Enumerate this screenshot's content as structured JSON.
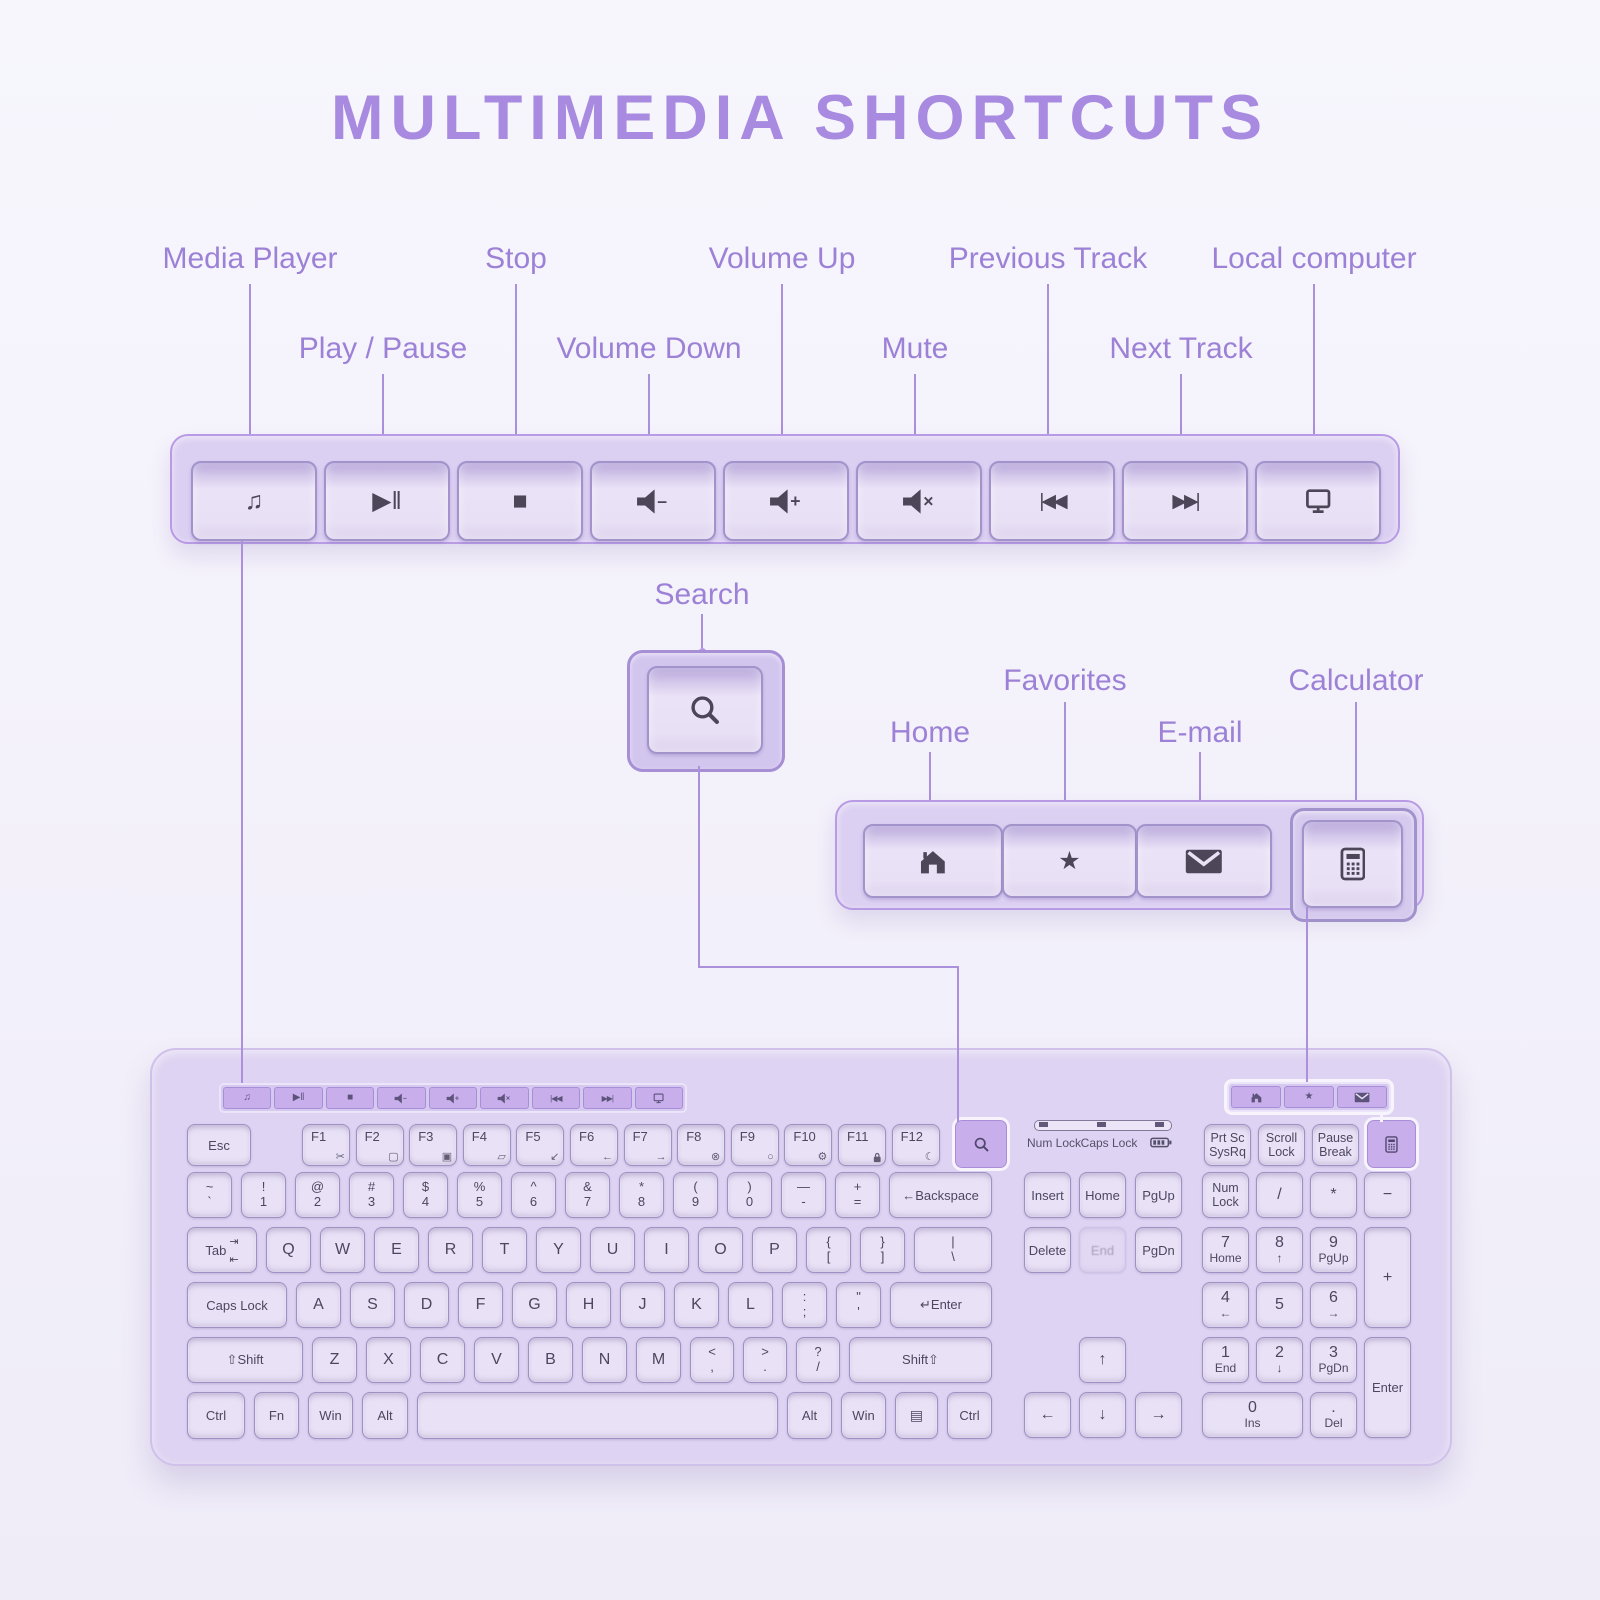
{
  "title": "MULTIMEDIA SHORTCUTS",
  "colors": {
    "accent_title": "#a88ae1",
    "callout_line": "#ab90dc",
    "callout_label": "#9c81d6",
    "panel_fill": "#dbcff2",
    "panel_border": "#b89be4",
    "key_face": "#e9e2f6",
    "keyboard_body": "#ded3f2",
    "mini_key": "#c8afec",
    "highlight_outline": "#f8f4fd",
    "key_print": "#4d4660"
  },
  "callouts": {
    "media_row": [
      {
        "label": "Media Player",
        "key_icon": "music-note"
      },
      {
        "label": "Play / Pause",
        "key_icon": "play-pause"
      },
      {
        "label": "Stop",
        "key_icon": "stop"
      },
      {
        "label": "Volume Down",
        "key_icon": "volume-down"
      },
      {
        "label": "Volume Up",
        "key_icon": "volume-up"
      },
      {
        "label": "Mute",
        "key_icon": "mute"
      },
      {
        "label": "Previous Track",
        "key_icon": "previous-track"
      },
      {
        "label": "Next Track",
        "key_icon": "next-track"
      },
      {
        "label": "Local computer",
        "key_icon": "local-computer"
      }
    ],
    "search": {
      "label": "Search",
      "key_icon": "search"
    },
    "web_row": [
      {
        "label": "Home",
        "key_icon": "home"
      },
      {
        "label": "Favorites",
        "key_icon": "favorites-star"
      },
      {
        "label": "E-mail",
        "key_icon": "email-envelope"
      },
      {
        "label": "Calculator",
        "key_icon": "calculator"
      }
    ]
  },
  "keyboard": {
    "esc": "Esc",
    "fkeys": [
      {
        "label": "F1",
        "icon": "scissors"
      },
      {
        "label": "F2",
        "icon": "document"
      },
      {
        "label": "F3",
        "icon": "copy"
      },
      {
        "label": "F4",
        "icon": "folder"
      },
      {
        "label": "F5",
        "icon": "arrow-down-left"
      },
      {
        "label": "F6",
        "icon": "arrow-left"
      },
      {
        "label": "F7",
        "icon": "arrow-right"
      },
      {
        "label": "F8",
        "icon": "circle-cross"
      },
      {
        "label": "F9",
        "icon": "circle"
      },
      {
        "label": "F10",
        "icon": "gear"
      },
      {
        "label": "F11",
        "icon": "lock"
      },
      {
        "label": "F12",
        "icon": "moon"
      }
    ],
    "indicators": {
      "num_lock": "Num Lock",
      "caps_lock": "Caps Lock",
      "battery_icon": "battery"
    },
    "system_keys": [
      [
        "Prt Sc",
        "SysRq"
      ],
      [
        "Scroll",
        "Lock"
      ],
      [
        "Pause",
        "Break"
      ]
    ],
    "number_row": [
      {
        "t": "~",
        "b": "`",
        "w": 45
      },
      {
        "t": "!",
        "b": "1",
        "w": 45
      },
      {
        "t": "@",
        "b": "2",
        "w": 45
      },
      {
        "t": "#",
        "b": "3",
        "w": 45
      },
      {
        "t": "$",
        "b": "4",
        "w": 45
      },
      {
        "t": "%",
        "b": "5",
        "w": 45
      },
      {
        "t": "^",
        "b": "6",
        "w": 45
      },
      {
        "t": "&",
        "b": "7",
        "w": 45
      },
      {
        "t": "*",
        "b": "8",
        "w": 45
      },
      {
        "t": "(",
        "b": "9",
        "w": 45
      },
      {
        "t": ")",
        "b": "0",
        "w": 45
      },
      {
        "t": "—",
        "b": "-",
        "w": 45
      },
      {
        "t": "+",
        "b": "=",
        "w": 45
      },
      {
        "label": "Backspace",
        "pre": "←",
        "flex": 1
      }
    ],
    "tab_row": [
      {
        "label": "Tab",
        "icon": "tab-arrows",
        "w": 70
      },
      {
        "c": "Q",
        "w": 45
      },
      {
        "c": "W",
        "w": 45
      },
      {
        "c": "E",
        "w": 45
      },
      {
        "c": "R",
        "w": 45
      },
      {
        "c": "T",
        "w": 45
      },
      {
        "c": "Y",
        "w": 45
      },
      {
        "c": "U",
        "w": 45
      },
      {
        "c": "I",
        "w": 45
      },
      {
        "c": "O",
        "w": 45
      },
      {
        "c": "P",
        "w": 45
      },
      {
        "t": "{",
        "b": "[",
        "w": 45
      },
      {
        "t": "}",
        "b": "]",
        "w": 45
      },
      {
        "t": "|",
        "b": "\\",
        "flex": 1
      }
    ],
    "caps_row": [
      {
        "label": "Caps Lock",
        "w": 100
      },
      {
        "c": "A",
        "w": 45
      },
      {
        "c": "S",
        "w": 45
      },
      {
        "c": "D",
        "w": 45
      },
      {
        "c": "F",
        "w": 45
      },
      {
        "c": "G",
        "w": 45
      },
      {
        "c": "H",
        "w": 45
      },
      {
        "c": "J",
        "w": 45
      },
      {
        "c": "K",
        "w": 45
      },
      {
        "c": "L",
        "w": 45
      },
      {
        "t": ":",
        "b": ";",
        "w": 45
      },
      {
        "t": "\"",
        "b": "'",
        "w": 45
      },
      {
        "label": "Enter",
        "pre": "↵",
        "flex": 1
      }
    ],
    "shift_row": [
      {
        "label": "Shift",
        "pre": "⇧",
        "w": 116
      },
      {
        "c": "Z",
        "w": 45
      },
      {
        "c": "X",
        "w": 45
      },
      {
        "c": "C",
        "w": 45
      },
      {
        "c": "V",
        "w": 45
      },
      {
        "c": "B",
        "w": 45
      },
      {
        "c": "N",
        "w": 45
      },
      {
        "c": "M",
        "w": 45
      },
      {
        "t": "<",
        "b": ",",
        "w": 44
      },
      {
        "t": ">",
        "b": ".",
        "w": 44
      },
      {
        "t": "?",
        "b": "/",
        "w": 44
      },
      {
        "label": "Shift",
        "post": "⇧",
        "flex": 1
      }
    ],
    "bottom_row": [
      {
        "label": "Ctrl",
        "w": 58
      },
      {
        "label": "Fn",
        "w": 45
      },
      {
        "label": "Win",
        "w": 45
      },
      {
        "label": "Alt",
        "w": 46
      },
      {
        "space": true,
        "flex": 1
      },
      {
        "label": "Alt",
        "w": 45
      },
      {
        "label": "Win",
        "w": 45
      },
      {
        "icon": "menu",
        "w": 43
      },
      {
        "label": "Ctrl",
        "w": 45
      }
    ],
    "nav_rows": [
      [
        {
          "label": "Insert"
        },
        {
          "label": "Home"
        },
        {
          "label": "PgUp"
        }
      ],
      [
        {
          "label": "Delete"
        },
        {
          "label": "End",
          "faded": true
        },
        {
          "label": "PgDn"
        }
      ]
    ],
    "arrow_keys": {
      "up": "↑",
      "left": "←",
      "down": "↓",
      "right": "→"
    },
    "numpad": {
      "num_lock": [
        "Num",
        "Lock"
      ],
      "divide": "/",
      "multiply": "*",
      "minus": "−",
      "plus": "+",
      "enter": "Enter",
      "grid": [
        {
          "t": "7",
          "b": "Home"
        },
        {
          "t": "8",
          "b": "↑"
        },
        {
          "t": "9",
          "b": "PgUp"
        },
        {
          "t": "4",
          "b": "←"
        },
        {
          "t": "5",
          "b": ""
        },
        {
          "t": "6",
          "b": "→"
        },
        {
          "t": "1",
          "b": "End"
        },
        {
          "t": "2",
          "b": "↓"
        },
        {
          "t": "3",
          "b": "PgDn"
        }
      ],
      "zero": {
        "t": "0",
        "b": "Ins"
      },
      "decimal": {
        "t": ".",
        "b": "Del"
      }
    },
    "mini_media_icons": [
      "music-note",
      "play-pause",
      "stop",
      "volume-down",
      "volume-up",
      "mute",
      "previous-track",
      "next-track",
      "local-computer"
    ],
    "mini_web_icons": [
      "home",
      "favorites-star",
      "email-envelope"
    ],
    "mini_calculator_icon": "calculator",
    "mini_search_icon": "search"
  }
}
